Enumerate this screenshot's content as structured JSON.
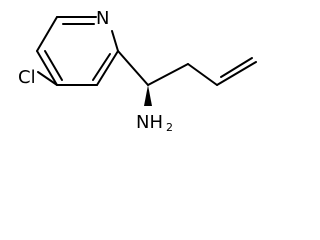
{
  "molecule": {
    "atoms": {
      "nitrogen": "N",
      "chlorine": "Cl",
      "amine_main": "NH",
      "amine_sub": "2"
    },
    "stereo": "wedge-bond"
  }
}
